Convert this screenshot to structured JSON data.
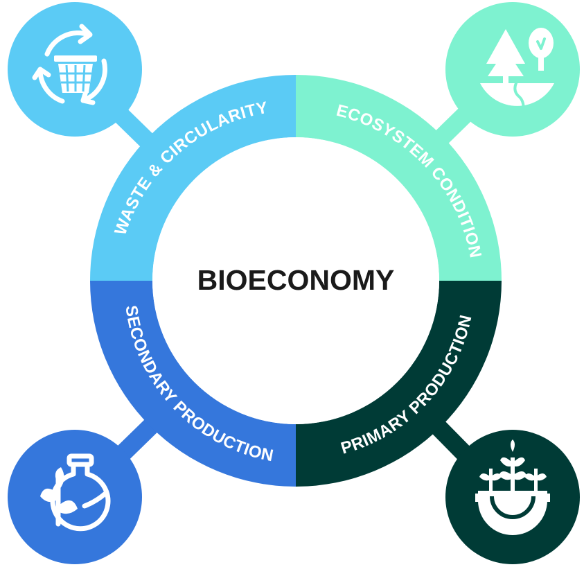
{
  "title": "BIOECONOMY",
  "segments": [
    {
      "id": "waste",
      "label": "WASTE & CIRCULARITY",
      "color": "#5bcbf5",
      "icon": "recycling-basket-icon"
    },
    {
      "id": "ecosystem",
      "label": "ECOSYSTEM CONDITION",
      "color": "#7ef2d0",
      "icon": "trees-landscape-icon"
    },
    {
      "id": "primary",
      "label": "PRIMARY PRODUCTION",
      "color": "#003b36",
      "icon": "plants-gear-icon"
    },
    {
      "id": "secondary",
      "label": "SECONDARY PRODUCTION",
      "color": "#3577dc",
      "icon": "flask-leaf-icon"
    }
  ]
}
